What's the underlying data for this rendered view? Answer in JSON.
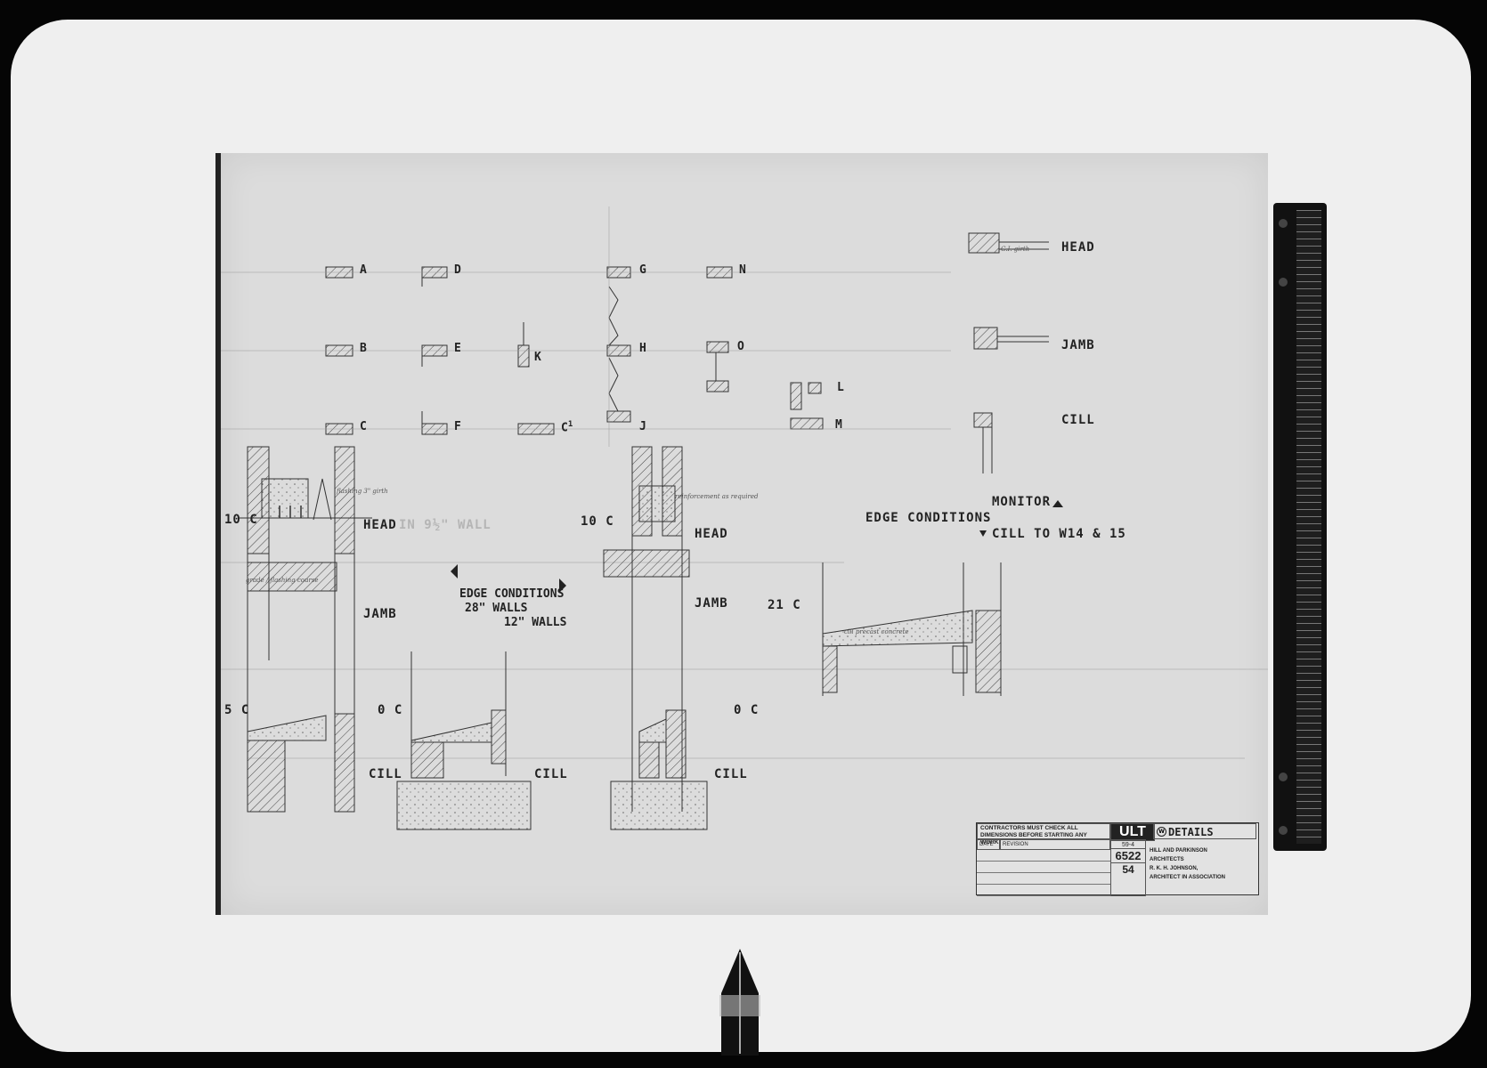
{
  "elevations": {
    "a": "A",
    "b": "B",
    "c": "C",
    "d": "D",
    "e": "E",
    "f": "F",
    "g": "G",
    "h": "H",
    "j": "J",
    "k": "K",
    "c1": "C",
    "c1_sup": "1",
    "n": "N",
    "o": "O",
    "l": "L",
    "m": "M"
  },
  "window_details": {
    "head": "HEAD",
    "jamb": "JAMB",
    "cill": "CILL"
  },
  "left_section": {
    "ref": "10 C",
    "head": "HEAD",
    "head_sub": "IN 9½\" WALL",
    "jamb": "JAMB",
    "cill_ref": "5 C",
    "cill": "CILL"
  },
  "middle_label": {
    "title": "EDGE CONDITIONS",
    "line1": "28\" WALLS",
    "line2": "12\" WALLS"
  },
  "center_cill": {
    "ref": "0 C",
    "label": "CILL"
  },
  "right_section": {
    "ref": "10 C",
    "head": "HEAD",
    "jamb": "JAMB",
    "cill_ref": "0 C",
    "cill": "CILL"
  },
  "monitor": {
    "edge": "EDGE CONDITIONS",
    "monitor": "MONITOR",
    "cill_to": "CILL TO W14 & 15",
    "ref": "21 C"
  },
  "notes": {
    "n1": "flashing 3\" girth",
    "n2": "grade / flashing course",
    "n3": "reinforcement as required",
    "n4": "G.I. girth",
    "n5": "cill precast concrete"
  },
  "title_block": {
    "warning": "CONTRACTORS MUST CHECK ALL DIMENSIONS BEFORE STARTING ANY WORK",
    "ult": "ULT",
    "w": "W",
    "details": "DETAILS",
    "date": "DATE",
    "revision": "REVISION",
    "job": "59-4",
    "number": "6522",
    "sheet": "54",
    "arch1": "HILL AND PARKINSON",
    "arch2": "ARCHITECTS",
    "arch3": "R. K. H. JOHNSON,",
    "arch4": "ARCHITECT IN ASSOCIATION"
  }
}
